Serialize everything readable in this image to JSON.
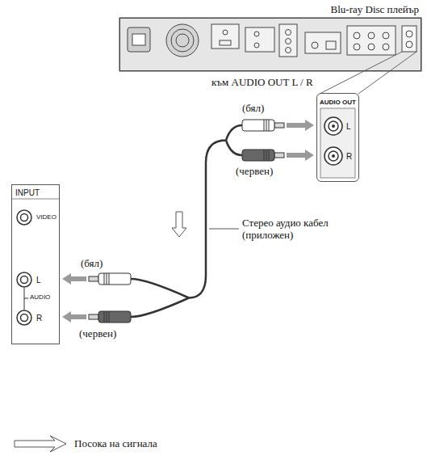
{
  "diagram": {
    "nodes": [
      {
        "text": [
          "Blu-ray Disc плейър"
        ]
      },
      {
        "text": [
          "AUDIO OUT",
          "L",
          "R"
        ]
      },
      {
        "text": [
          "INPUT",
          "VIDEO",
          "L",
          "AUDIO",
          "R"
        ]
      }
    ],
    "edges": [
      {
        "from": 1,
        "to": 2,
        "arrow": "both"
      }
    ],
    "labels": [
      "към AUDIO OUT L / R",
      "(бял)",
      "(червен)",
      "Стерео аудио кабел (приложен)",
      "(бял)",
      "(червен)"
    ],
    "legend": [
      {
        "text": "Посока на сигнала"
      }
    ]
  }
}
